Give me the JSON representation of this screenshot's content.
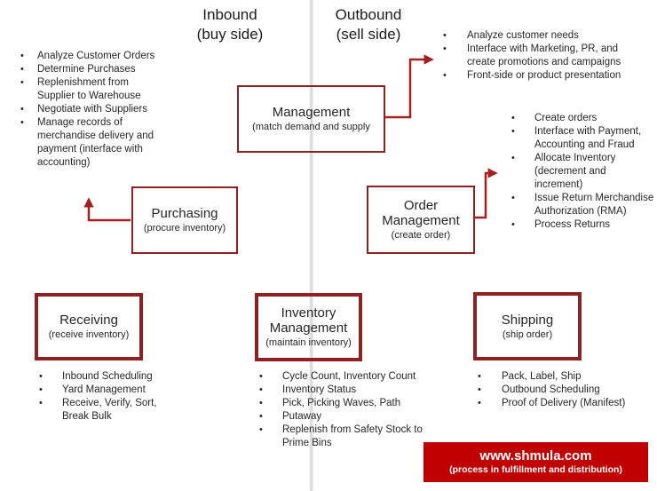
{
  "headers": {
    "inbound": {
      "title": "Inbound",
      "subtitle": "(buy side)"
    },
    "outbound": {
      "title": "Outbound",
      "subtitle": "(sell side)"
    }
  },
  "boxes": {
    "management": {
      "title": "Management",
      "subtitle": "(match demand and supply"
    },
    "purchasing": {
      "title": "Purchasing",
      "subtitle": "(procure inventory)"
    },
    "order_management": {
      "title": "Order Management",
      "subtitle": "(create order)"
    },
    "receiving": {
      "title": "Receiving",
      "subtitle": "(receive inventory)"
    },
    "inventory_management": {
      "title": "Inventory Management",
      "subtitle": "(maintain inventory)"
    },
    "shipping": {
      "title": "Shipping",
      "subtitle": "(ship order)"
    }
  },
  "lists": {
    "purchasing_tasks": [
      "Analyze Customer Orders",
      "Determine Purchases",
      "Replenishment from Supplier to Warehouse",
      "Negotiate with Suppliers",
      "Manage records of merchandise delivery and payment (interface with accounting)"
    ],
    "management_tasks": [
      "Analyze customer needs",
      "Interface with Marketing, PR, and create promotions and campaigns",
      "Front-side or product presentation"
    ],
    "order_tasks": [
      "Create orders",
      "Interface with Payment, Accounting and Fraud",
      "Allocate Inventory (decrement and increment)",
      "Issue Return Merchandise Authorization (RMA)",
      "Process Returns"
    ],
    "receiving_tasks": [
      "Inbound Scheduling",
      "Yard Management",
      "Receive, Verify, Sort, Break Bulk"
    ],
    "inventory_tasks": [
      "Cycle Count, Inventory Count",
      "Inventory Status",
      "Pick, Picking Waves, Path",
      "Putaway",
      "Replenish from Safety Stock to Prime Bins"
    ],
    "shipping_tasks": [
      "Pack, Label, Ship",
      "Outbound Scheduling",
      "Proof of Delivery (Manifest)"
    ]
  },
  "banner": {
    "title": "www.shmula.com",
    "subtitle": "(process in fulfillment and distribution)"
  },
  "colors": {
    "box_border": "#8E2222",
    "arrow": "#A32020",
    "banner_bg": "#C00000",
    "banner_text": "#FFFFFF",
    "text": "#262626",
    "header_text": "#1A1A1A",
    "divider": "#D3D3D3"
  }
}
